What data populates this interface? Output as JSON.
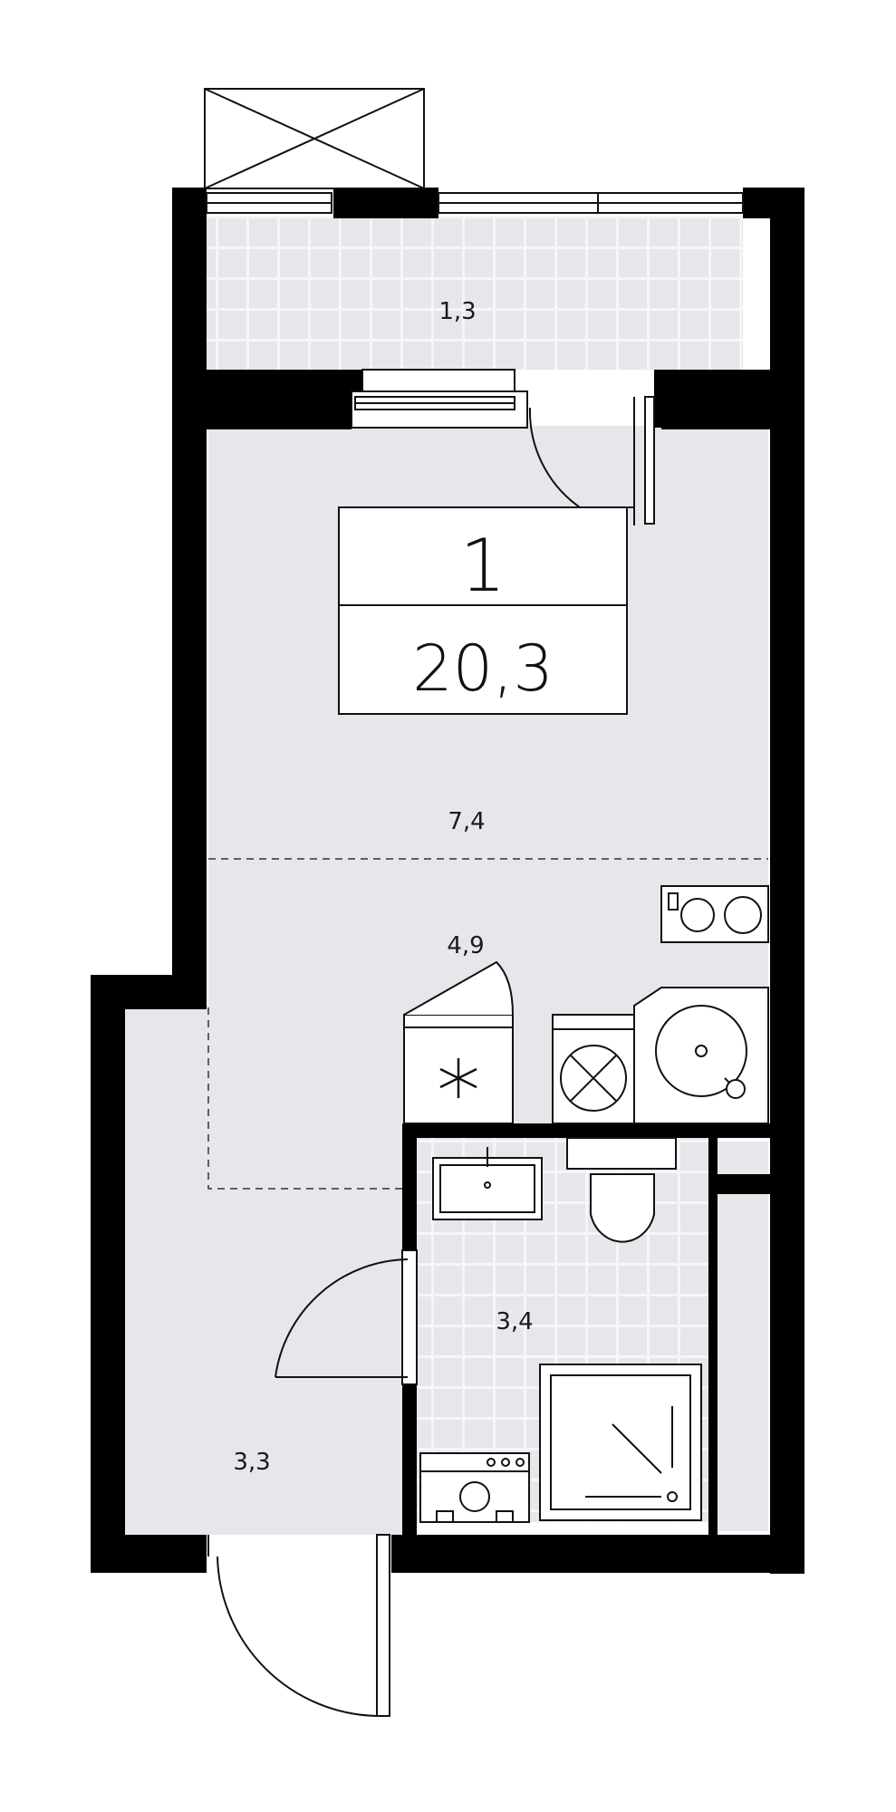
{
  "apartment": {
    "rooms": "1",
    "total_area": "20,3"
  },
  "areas": {
    "balcony": "1,3",
    "living": "7,4",
    "kitchen": "4,9",
    "bathroom": "3,4",
    "hallway": "3,3"
  },
  "colors": {
    "wall": "#000000",
    "floor": "#e5e7eb",
    "tile_line": "#f5f6f8",
    "line": "#111111"
  },
  "icons": {
    "window": "window-icon",
    "door": "door-swing-icon",
    "stove": "cooktop-icon",
    "sink": "sink-icon",
    "fridge": "fridge-icon",
    "dishwasher": "dishwasher-icon",
    "toilet": "toilet-icon",
    "shower": "shower-icon",
    "washer": "washing-machine-icon"
  }
}
